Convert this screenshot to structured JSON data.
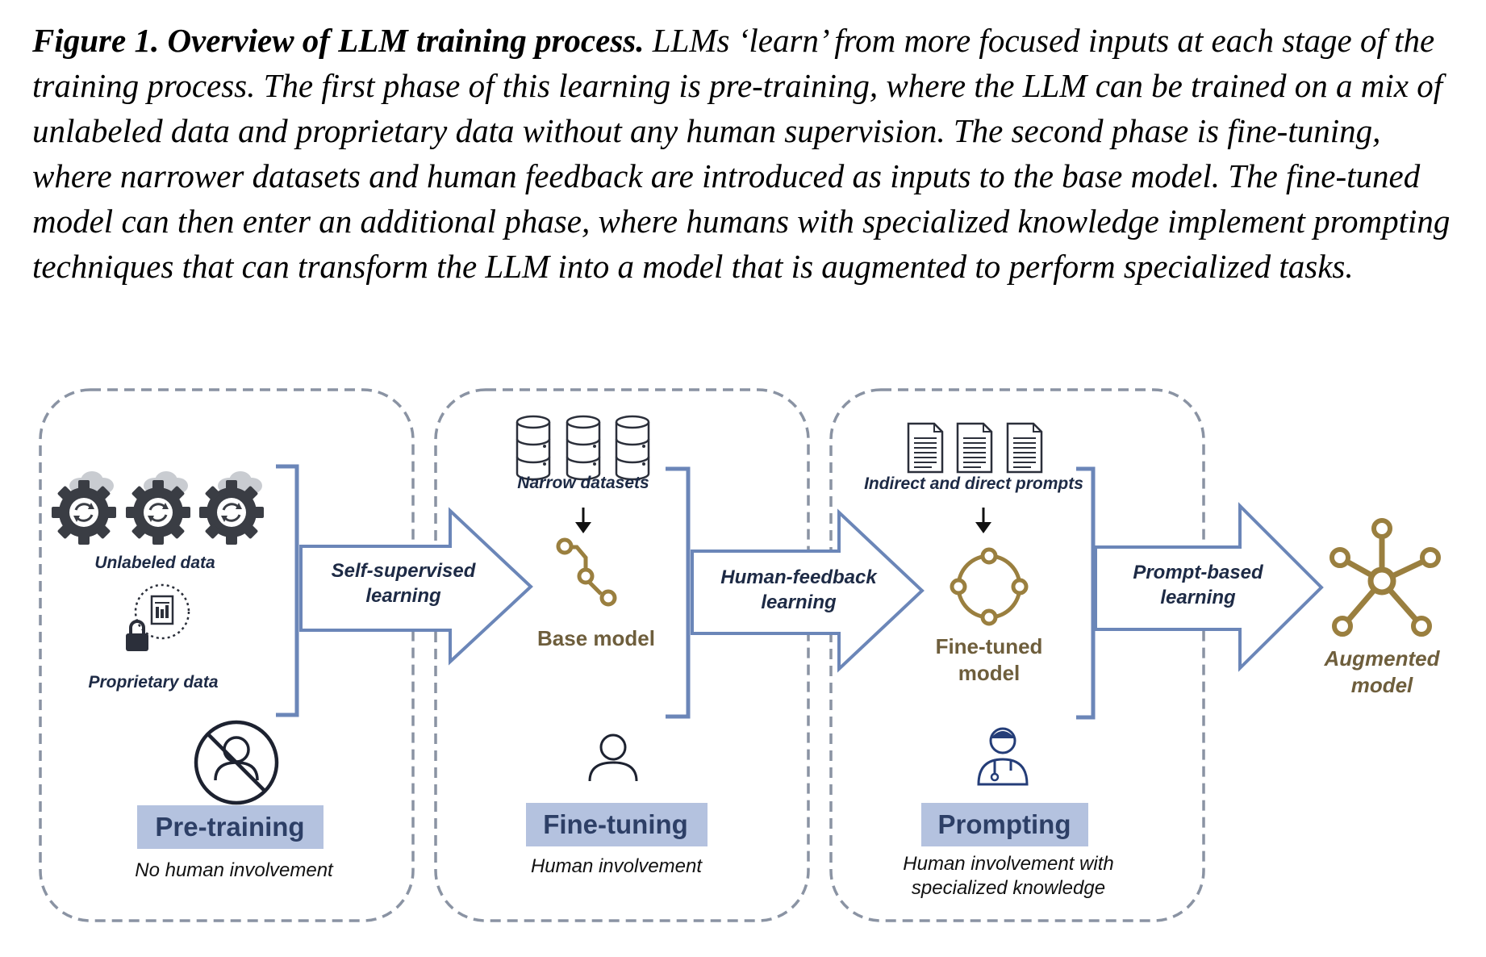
{
  "caption": {
    "lead": "Figure 1. Overview of LLM training process.",
    "body": " LLMs ‘learn’ from more focused inputs at each stage of the training process. The first phase of this learning is pre-training, where the LLM can be trained on a mix of unlabeled data and proprietary data without any human supervision. The second phase is fine-tuning, where narrower datasets and human feedback are introduced as inputs to the base model. The fine-tuned model can then enter an additional phase, where humans with specialized knowledge implement prompting techniques that can transform the LLM into a model that is augmented to perform specialized tasks."
  },
  "colors": {
    "dashed_border": "#8a93a3",
    "arrow_outline": "#6b86b8",
    "bracket": "#6b86b8",
    "gold": "#9a7f3f",
    "stage_highlight": "#b4c2df",
    "dark_icon": "#2b2f3a"
  },
  "stages": {
    "pretraining": {
      "inputs": {
        "unlabeled": "Unlabeled data",
        "proprietary": "Proprietary data"
      },
      "arrow": {
        "line1": "Self-supervised",
        "line2": "learning"
      },
      "title": "Pre-training",
      "subtitle": "No human involvement",
      "icons": [
        "gear-cloud-icon",
        "lock-document-icon",
        "no-person-icon"
      ]
    },
    "finetuning": {
      "input": "Narrow datasets",
      "model": "Base model",
      "arrow": {
        "line1": "Human-feedback",
        "line2": "learning"
      },
      "title": "Fine-tuning",
      "subtitle": "Human involvement",
      "icons": [
        "database-icon",
        "down-arrow-icon",
        "base-model-icon",
        "person-icon"
      ]
    },
    "prompting": {
      "input": "Indirect and direct prompts",
      "model": {
        "line1": "Fine-tuned",
        "line2": "model"
      },
      "arrow": {
        "line1": "Prompt-based",
        "line2": "learning"
      },
      "title": "Prompting",
      "subtitle": {
        "line1": "Human involvement with",
        "line2": "specialized knowledge"
      },
      "icons": [
        "document-icon",
        "down-arrow-icon",
        "fine-tuned-model-icon",
        "doctor-icon"
      ]
    }
  },
  "output": {
    "line1": "Augmented",
    "line2": "model",
    "icon": "augmented-model-icon"
  }
}
